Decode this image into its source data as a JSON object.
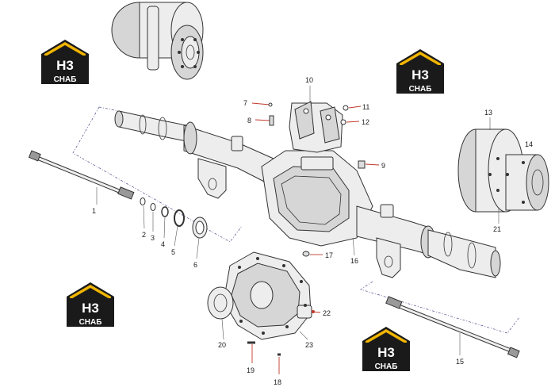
{
  "logo": {
    "mark": "H3",
    "name": "CHAБ",
    "roof_color": "#f1b500",
    "text_color": "#ffffff",
    "bg_color": "#1a1a1a"
  },
  "callouts": [
    {
      "id": "c1",
      "text": "1"
    },
    {
      "id": "c2",
      "text": "2"
    },
    {
      "id": "c3",
      "text": "3"
    },
    {
      "id": "c4",
      "text": "4"
    },
    {
      "id": "c5",
      "text": "5"
    },
    {
      "id": "c6",
      "text": "6"
    },
    {
      "id": "c7",
      "text": "7"
    },
    {
      "id": "c8",
      "text": "8"
    },
    {
      "id": "c9",
      "text": "9"
    },
    {
      "id": "c10",
      "text": "10"
    },
    {
      "id": "c11",
      "text": "11"
    },
    {
      "id": "c12",
      "text": "12"
    },
    {
      "id": "c13",
      "text": "13"
    },
    {
      "id": "c14",
      "text": "14"
    },
    {
      "id": "c15",
      "text": "15"
    },
    {
      "id": "c16",
      "text": "16"
    },
    {
      "id": "c17",
      "text": "17"
    },
    {
      "id": "c18",
      "text": "18"
    },
    {
      "id": "c19",
      "text": "19"
    },
    {
      "id": "c20",
      "text": "20"
    },
    {
      "id": "c21",
      "text": "21"
    },
    {
      "id": "c22",
      "text": "22"
    },
    {
      "id": "c23",
      "text": "23"
    }
  ]
}
